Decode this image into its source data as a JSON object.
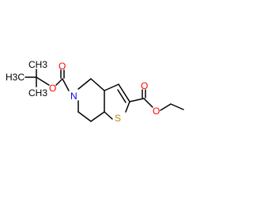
{
  "molecule": {
    "atoms": {
      "tbu_ch3_left": "H3C",
      "tbu_ch3_top": "CH3",
      "tbu_ch3_bottom": "CH3",
      "boc_ether_o": "O",
      "boc_carbonyl_o": "O",
      "ring_n": "N",
      "thiophene_s": "S",
      "ester_carbonyl_o": "O",
      "ester_ether_o": "O"
    },
    "colors": {
      "bond": "#000000",
      "carbon_label": "#000000",
      "oxygen": "#ff0000",
      "nitrogen": "#0000ff",
      "sulfur": "#b8860b"
    }
  }
}
